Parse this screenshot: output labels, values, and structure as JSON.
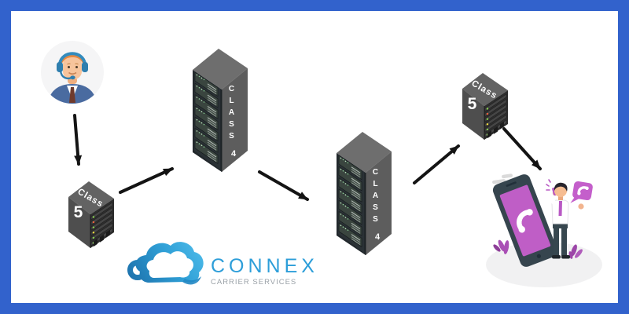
{
  "frame": {
    "border_color": "#3262cc"
  },
  "flow": {
    "endpoints": [
      {
        "id": "caller",
        "kind": "call-center-agent-icon"
      },
      {
        "id": "callee",
        "kind": "person-answering-phone-icon"
      }
    ],
    "nodes": [
      {
        "id": "class5-origin",
        "kind": "class5-switch-icon",
        "top_label": "Class",
        "front_label": "5"
      },
      {
        "id": "class4-ingress",
        "kind": "class4-rack-icon",
        "side_label": "CLASS",
        "side_number": "4"
      },
      {
        "id": "class4-egress",
        "kind": "class4-rack-icon",
        "side_label": "CLASS",
        "side_number": "4"
      },
      {
        "id": "class5-terminating",
        "kind": "class5-switch-icon",
        "top_label": "Class",
        "front_label": "5"
      }
    ],
    "arrows": [
      {
        "from": "caller",
        "to": "class5-origin"
      },
      {
        "from": "class5-origin",
        "to": "class4-ingress"
      },
      {
        "from": "class4-ingress",
        "to": "class4-egress"
      },
      {
        "from": "class4-egress",
        "to": "class5-terminating"
      },
      {
        "from": "class5-terminating",
        "to": "callee"
      }
    ]
  },
  "logo": {
    "brand": "CONNEX",
    "tagline": "CARRIER SERVICES"
  },
  "colors": {
    "frame_border": "#3262cc",
    "arrow": "#141414",
    "brand_blue": "#2d9ed9",
    "tagline_gray": "#9aa1a7",
    "accent_magenta": "#b859c4",
    "phone_screen": "#bf5ec6"
  }
}
